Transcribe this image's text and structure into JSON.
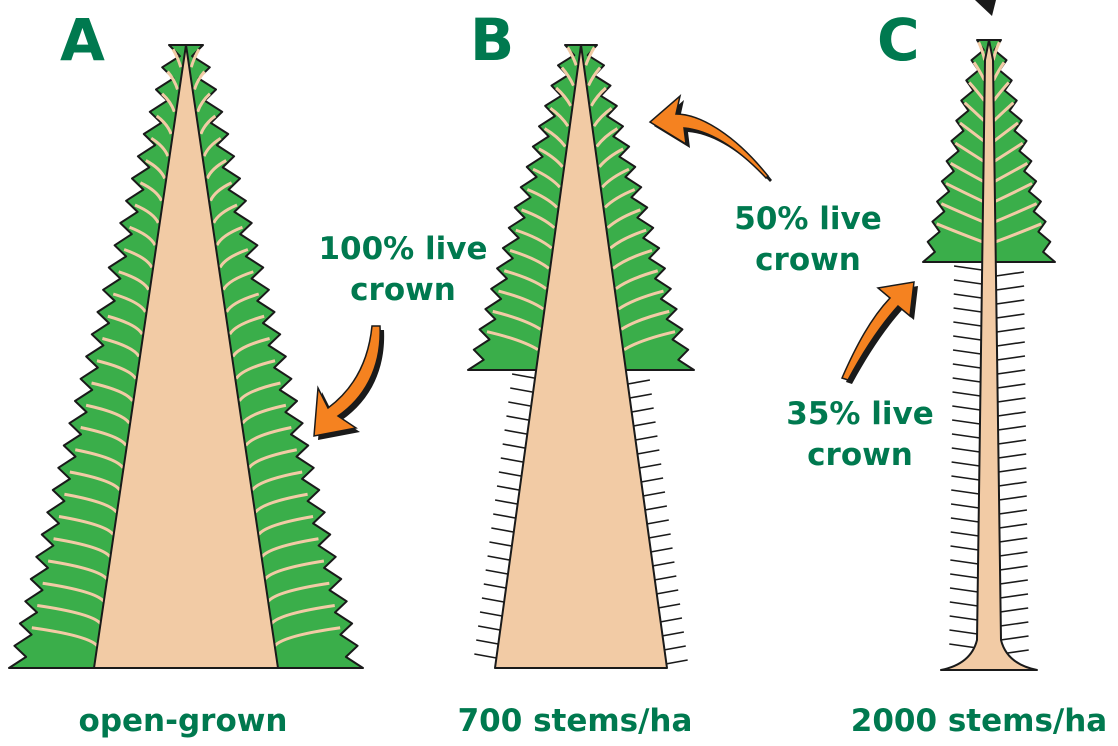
{
  "colors": {
    "foliage": "#3aae4a",
    "stem": "#f2cba5",
    "outline": "#1a1a1a",
    "text": "#00794f",
    "arrow": "#f58220",
    "arrow_shadow": "#1a1a1a"
  },
  "panels": [
    {
      "letter": "A",
      "live_crown_label": [
        "100% live",
        "crown"
      ],
      "caption": "open-grown",
      "live_crown_fraction": 1.0
    },
    {
      "letter": "B",
      "live_crown_label": [
        "50% live",
        "crown"
      ],
      "caption": "700 stems/ha",
      "live_crown_fraction": 0.5
    },
    {
      "letter": "C",
      "live_crown_label": [
        "35% live",
        "crown"
      ],
      "caption": "2000 stems/ha",
      "live_crown_fraction": 0.35
    }
  ],
  "icons": [
    "arrow-icon"
  ]
}
